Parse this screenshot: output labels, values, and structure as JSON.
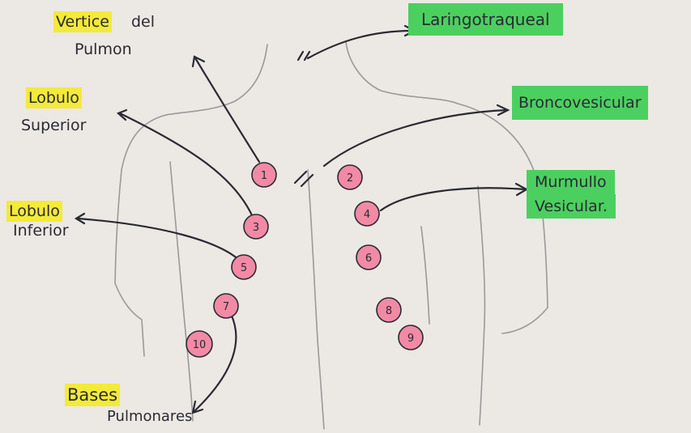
{
  "labels": {
    "vertice_line1": "Vertice",
    "vertice_line2": "del",
    "vertice_line3": "Pulmon",
    "lobulo_sup_line1": "Lobulo",
    "lobulo_sup_line2": "Superior",
    "lobulo_inf_line1": "Lobulo",
    "lobulo_inf_line2": "Inferior",
    "bases_line1": "Bases",
    "bases_line2": "Pulmonares",
    "laringo": "Laringotraqueal",
    "bronco": "Broncovesicular",
    "murmullo_line1": "Murmullo",
    "murmullo_line2": "Vesicular."
  },
  "points": [
    "1",
    "2",
    "3",
    "4",
    "5",
    "6",
    "7",
    "8",
    "9",
    "10"
  ],
  "colors": {
    "yellow_highlight": "#f3ea3a",
    "green_highlight": "#4bd05f",
    "pink_marker": "#f28aa6",
    "ink": "#2a2a34",
    "pencil": "#9a9a9a"
  }
}
